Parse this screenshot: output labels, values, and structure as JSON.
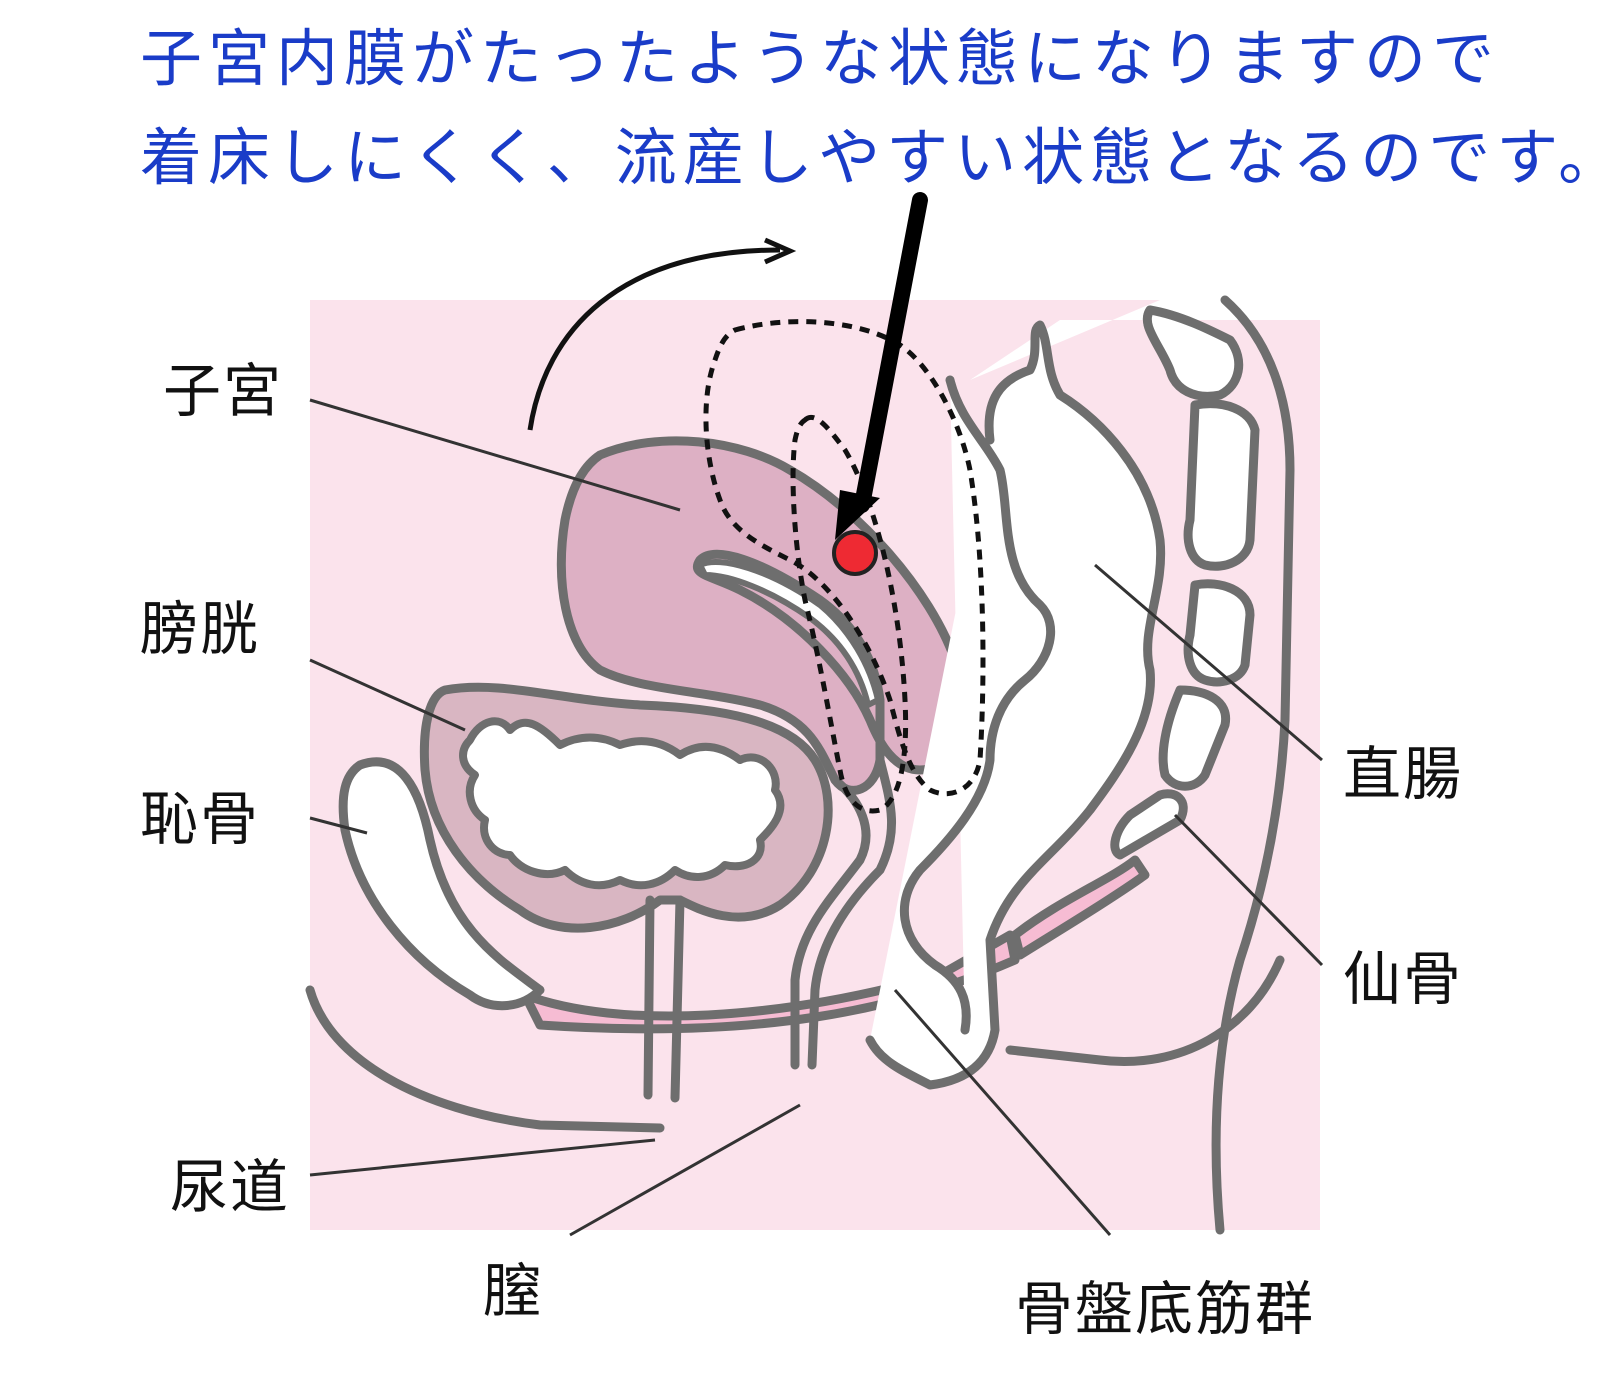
{
  "caption": {
    "line1": "子宮内膜がたったような状態になりますので",
    "line2": "着床しにくく、流産しやすい状態となるのです。"
  },
  "labels": {
    "uterus": "子宮",
    "bladder": "膀胱",
    "pubic_bone": "恥骨",
    "urethra": "尿道",
    "vagina": "膣",
    "rectum": "直腸",
    "sacrum": "仙骨",
    "pelvic_floor": "骨盤底筋群"
  },
  "colors": {
    "caption": "#1a3cc8",
    "background_tissue": "#fbe3ec",
    "uterus_fill": "#ddb0c4",
    "bladder_fill": "#d9b6c2",
    "muscle_fill": "#f6bcd3",
    "outline": "#6e6e6e",
    "implant_dot": "#ee2a33"
  }
}
